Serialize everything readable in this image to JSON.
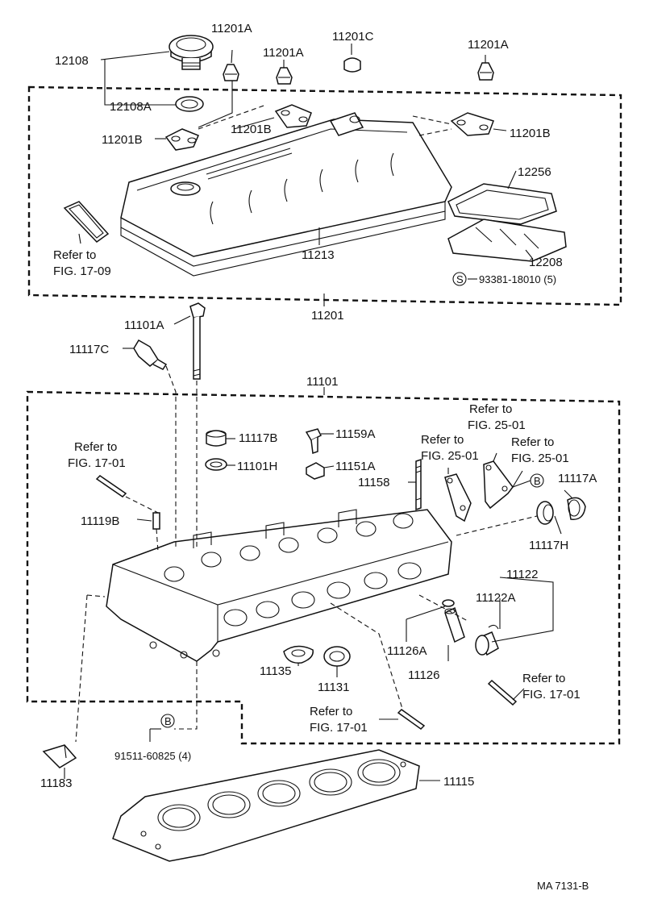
{
  "labels": {
    "p12108": "12108",
    "p11201A_1": "11201A",
    "p11201A_2": "11201A",
    "p11201C": "11201C",
    "p11201A_3": "11201A",
    "p12108A": "12108A",
    "p11201B_1": "11201B",
    "p11201B_2": "11201B",
    "p11201B_3": "11201B",
    "p12256": "12256",
    "ref1709_a": "Refer to",
    "ref1709_b": "FIG. 17-09",
    "p11213": "11213",
    "p12208": "12208",
    "p93381": "93381-18010 (5)",
    "circleS": "S",
    "p11201": "11201",
    "p11101A": "11101A",
    "p11117C": "11117C",
    "p11101": "11101",
    "ref2501a_a": "Refer to",
    "ref2501a_b": "FIG. 25-01",
    "p11117B": "11117B",
    "p11159A": "11159A",
    "ref2501b_a": "Refer to",
    "ref2501b_b": "FIG. 25-01",
    "ref2501c_a": "Refer to",
    "ref2501c_b": "FIG. 25-01",
    "ref1701a_a": "Refer to",
    "ref1701a_b": "FIG. 17-01",
    "p11101H": "11101H",
    "p11151A": "11151A",
    "p11158": "11158",
    "circleB_1": "B",
    "p11117A": "11117A",
    "p11119B": "11119B",
    "p11117H": "11117H",
    "p11122": "11122",
    "p11122A": "11122A",
    "p11126A": "11126A",
    "p11126": "11126",
    "ref1701b_a": "Refer to",
    "ref1701b_b": "FIG. 17-01",
    "p11135": "11135",
    "p11131": "11131",
    "ref1701c_a": "Refer to",
    "ref1701c_b": "FIG. 17-01",
    "circleB_2": "B",
    "p91511": "91511-60825 (4)",
    "p11183": "11183",
    "p11115": "11115",
    "code": "MA 7131-B"
  }
}
